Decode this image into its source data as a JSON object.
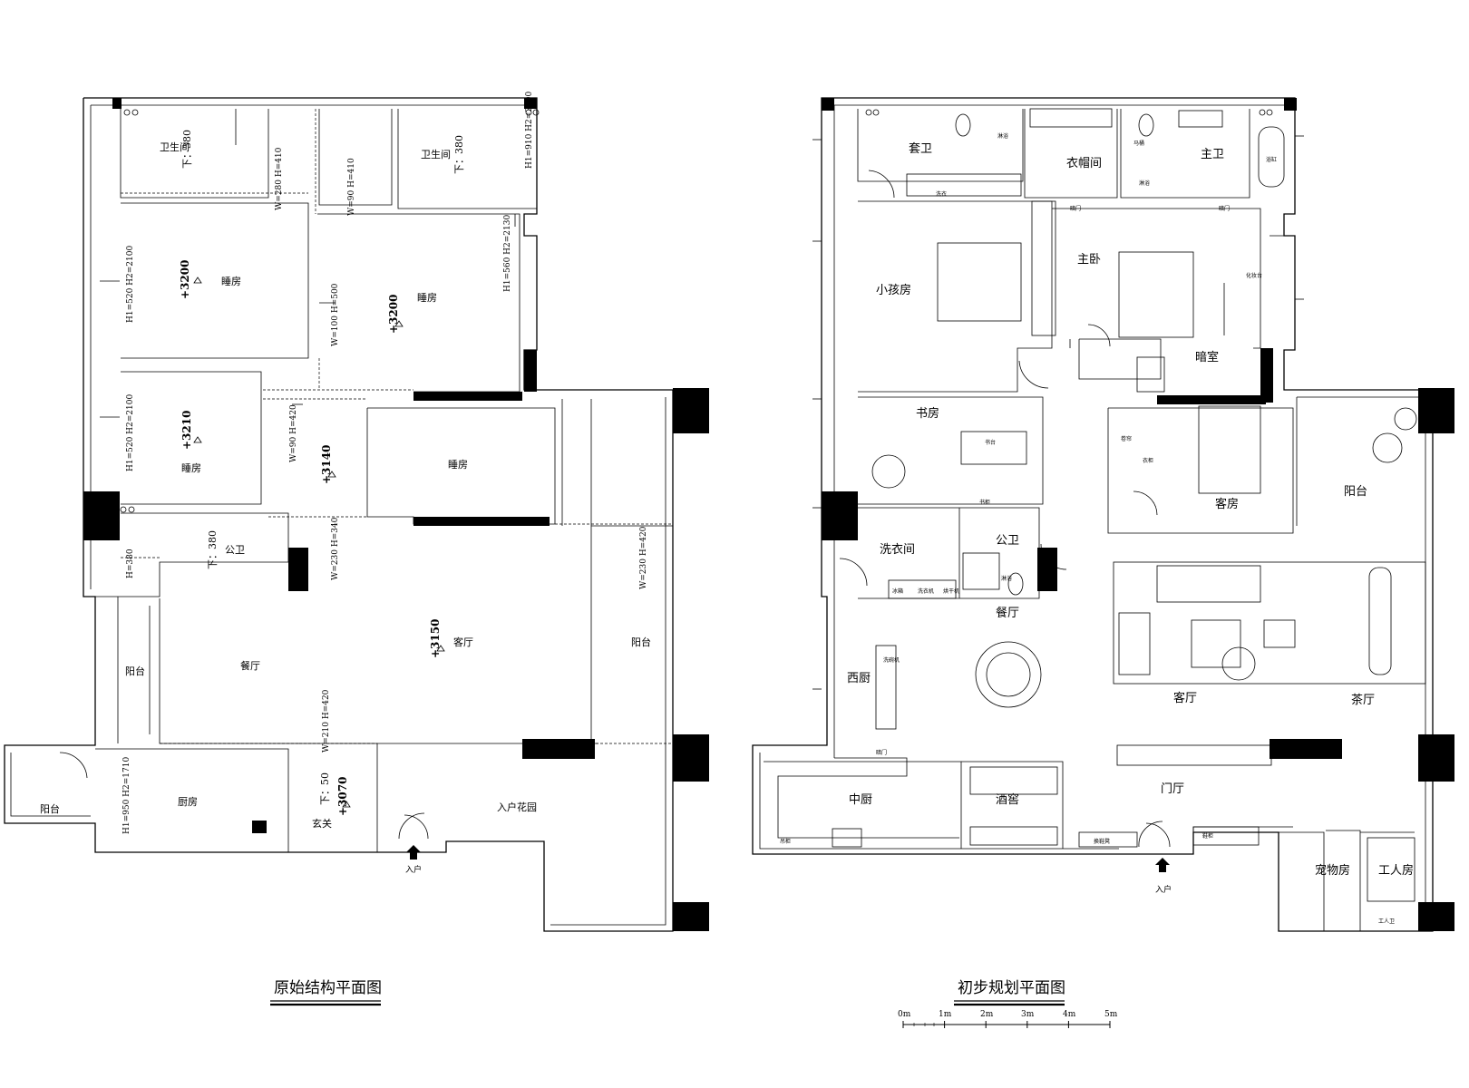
{
  "left_plan": {
    "caption": "原始结构平面图",
    "rooms": [
      {
        "id": "wc-a",
        "label": "卫生间"
      },
      {
        "id": "wc-b",
        "label": "卫生间"
      },
      {
        "id": "bed-1",
        "label": "睡房"
      },
      {
        "id": "bed-2",
        "label": "睡房"
      },
      {
        "id": "bed-3",
        "label": "睡房"
      },
      {
        "id": "bed-4",
        "label": "睡房"
      },
      {
        "id": "public-wc",
        "label": "公卫"
      },
      {
        "id": "balcony-w",
        "label": "阳台"
      },
      {
        "id": "dining",
        "label": "餐厅"
      },
      {
        "id": "living",
        "label": "客厅"
      },
      {
        "id": "balcony-e",
        "label": "阳台"
      },
      {
        "id": "balcony-sw",
        "label": "阳台"
      },
      {
        "id": "kitchen",
        "label": "厨房"
      },
      {
        "id": "foyer",
        "label": "玄关"
      },
      {
        "id": "entry-garden",
        "label": "入户花园"
      }
    ],
    "levels": [
      "+3200",
      "+3200",
      "+3210",
      "+3140",
      "+3150",
      "+3070"
    ],
    "drops": [
      "下：380",
      "下：380",
      "下：380",
      "下：50"
    ],
    "openings": [
      "W=280 H=410",
      "W=90 H=410",
      "H1=910 H2=2100",
      "H1=520 H2=2100",
      "W=100 H=500",
      "H1=560 H2=2130",
      "H1=520 H2=2100",
      "W=90 H=420",
      "H=380",
      "W=230 H=340",
      "W=230 H=420",
      "W=210 H=420",
      "H1=950 H2=1710"
    ],
    "entry": "入户"
  },
  "right_plan": {
    "caption": "初步规划平面图",
    "rooms": [
      {
        "id": "suite-wc",
        "label": "套卫"
      },
      {
        "id": "cloak",
        "label": "衣帽间"
      },
      {
        "id": "master-wc",
        "label": "主卫"
      },
      {
        "id": "kids",
        "label": "小孩房"
      },
      {
        "id": "master",
        "label": "主卧"
      },
      {
        "id": "darkroom",
        "label": "暗室"
      },
      {
        "id": "study",
        "label": "书房"
      },
      {
        "id": "guest",
        "label": "客房"
      },
      {
        "id": "balcony",
        "label": "阳台"
      },
      {
        "id": "laundry",
        "label": "洗衣间"
      },
      {
        "id": "public-wc",
        "label": "公卫"
      },
      {
        "id": "dining",
        "label": "餐厅"
      },
      {
        "id": "west-kitchen",
        "label": "西厨"
      },
      {
        "id": "living",
        "label": "客厅"
      },
      {
        "id": "tea",
        "label": "茶厅"
      },
      {
        "id": "hall",
        "label": "门厅"
      },
      {
        "id": "chinese-kitchen",
        "label": "中厨"
      },
      {
        "id": "wine",
        "label": "酒窖"
      },
      {
        "id": "pet",
        "label": "宠物房"
      },
      {
        "id": "worker",
        "label": "工人房"
      }
    ],
    "small_labels": [
      "淋浴",
      "洗衣",
      "马桶",
      "淋浴",
      "浴缸",
      "暗门",
      "暗门",
      "书台",
      "书柜",
      "淋浴",
      "卷帘",
      "衣柜",
      "鞋柜",
      "换鞋凳",
      "吊柜",
      "暗门",
      "工人卫",
      "化妆台",
      "洗衣机",
      "烘干机",
      "冰箱",
      "洗碗机"
    ],
    "entry": "入户"
  },
  "scale_bar": {
    "ticks": [
      "0m",
      "1m",
      "2m",
      "3m",
      "4m",
      "5m"
    ]
  }
}
